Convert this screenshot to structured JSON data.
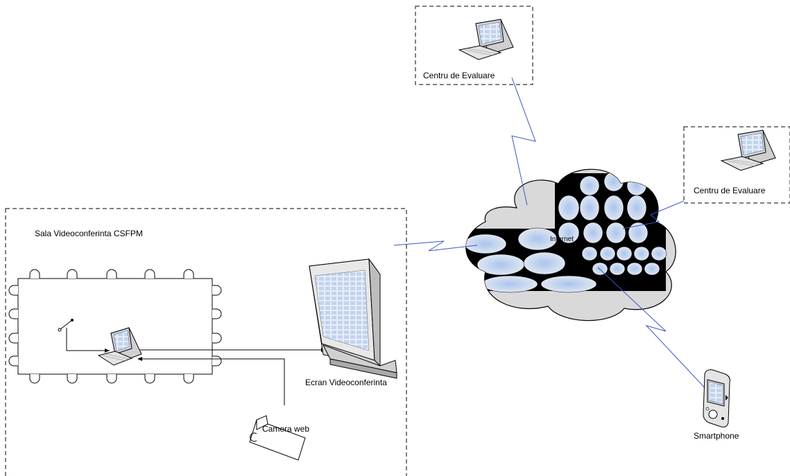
{
  "diagram": {
    "room_title": "Sala Videoconferinta CSFPM",
    "eval_center_top": "Centru de Evaluare",
    "eval_center_right": "Centru de Evaluare",
    "cloud": "Internet",
    "screen": "Ecran Videoconferinta",
    "camera": "Camera web",
    "phone": "Smartphone"
  },
  "colors": {
    "link": "#3a55c8",
    "cloud_fill": "#d9d9d9",
    "bubble": "#c8d8f0"
  }
}
